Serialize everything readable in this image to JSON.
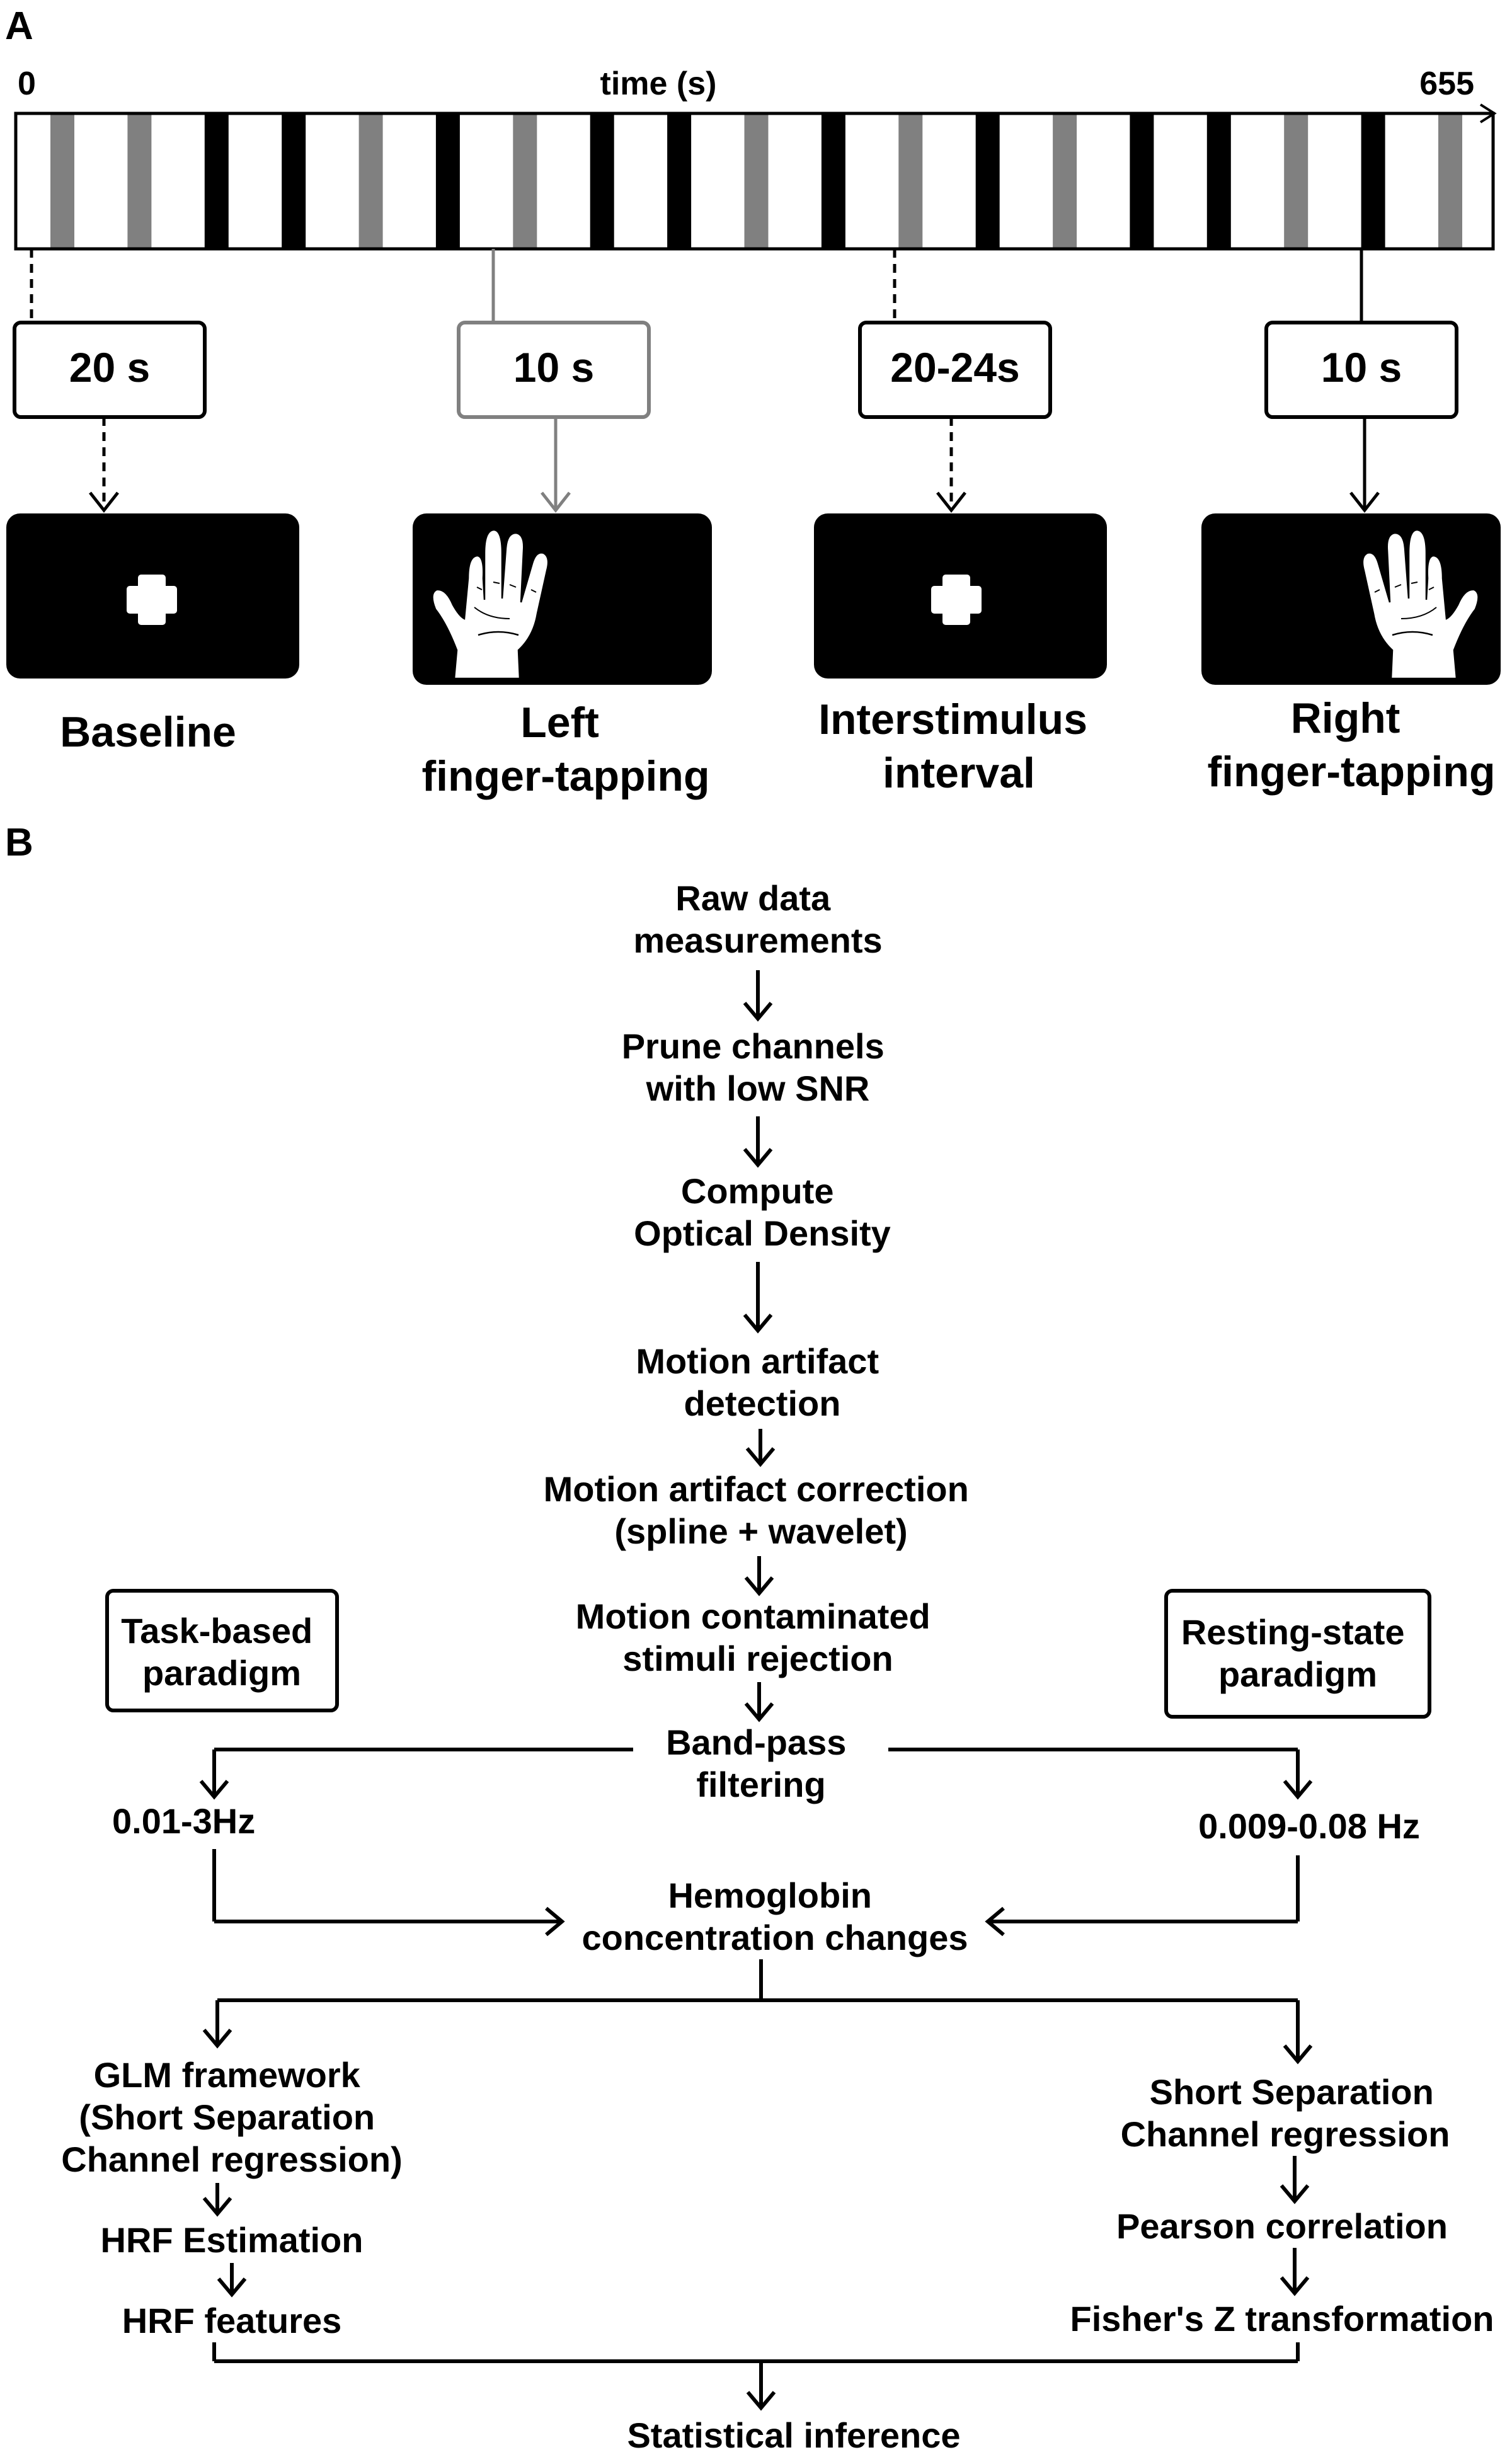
{
  "panel_a": {
    "label": "A",
    "axis": {
      "start_label": "0",
      "end_label": "655",
      "title": "time (s)"
    },
    "stripe_sequence": [
      "gray",
      "gray",
      "black",
      "black",
      "gray",
      "black",
      "gray",
      "black",
      "black",
      "gray",
      "black",
      "gray",
      "black",
      "gray",
      "black",
      "black",
      "gray",
      "black",
      "gray"
    ],
    "conditions": [
      {
        "id": "baseline",
        "duration": "20 s",
        "line_style": "dashed-black",
        "screen": "cross",
        "label_lines": [
          "Baseline"
        ]
      },
      {
        "id": "left",
        "duration": "10 s",
        "line_style": "solid-gray",
        "screen": "left-hand",
        "label_lines": [
          "Left",
          "finger-tapping"
        ]
      },
      {
        "id": "isi",
        "duration": "20-24s",
        "line_style": "dashed-black",
        "screen": "cross",
        "label_lines": [
          "Interstimulus",
          "interval"
        ]
      },
      {
        "id": "right",
        "duration": "10 s",
        "line_style": "solid-black",
        "screen": "right-hand",
        "label_lines": [
          "Right",
          "finger-tapping"
        ]
      }
    ]
  },
  "panel_b": {
    "label": "B",
    "pipeline": [
      [
        "Raw data",
        "measurements"
      ],
      [
        "Prune channels",
        "with low SNR"
      ],
      [
        "Compute",
        "Optical Density"
      ],
      [
        "Motion artifact",
        "detection"
      ],
      [
        "Motion artifact correction",
        "(spline + wavelet)"
      ],
      [
        "Motion contaminated",
        "stimuli rejection"
      ],
      [
        "Band-pass",
        "filtering"
      ],
      [
        "Hemoglobin",
        "concentration changes"
      ]
    ],
    "task_box": [
      "Task-based",
      "paradigm"
    ],
    "rest_box": [
      "Resting-state",
      "paradigm"
    ],
    "task_filter": "0.01-3Hz",
    "rest_filter": "0.009-0.08 Hz",
    "task_steps": [
      [
        "GLM framework",
        "(Short Separation",
        "Channel regression)"
      ],
      [
        "HRF Estimation"
      ],
      [
        "HRF features"
      ]
    ],
    "rest_steps": [
      [
        "Short Separation",
        "Channel regression"
      ],
      [
        "Pearson correlation"
      ],
      [
        "Fisher's Z transformation"
      ]
    ],
    "final": "Statistical inference"
  }
}
